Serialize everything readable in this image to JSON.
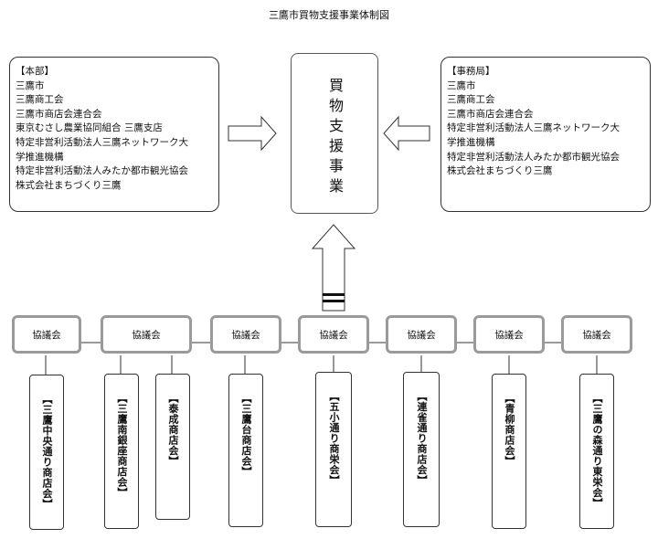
{
  "title": "三鷹市買物支援事業体制図",
  "center": {
    "label": "買物支援事業"
  },
  "honbu": {
    "heading": "【本部】",
    "lines": [
      "三鷹市",
      "三鷹商工会",
      "三鷹市商店会連合会",
      "東京むさし農業協同組合 三鷹支店",
      "特定非営利活動法人三鷹ネットワーク大",
      "学推進機構",
      "特定非営利活動法人みたか都市観光協会",
      "株式会社まちづくり三鷹"
    ]
  },
  "jimukyoku": {
    "heading": "【事務局】",
    "lines": [
      "三鷹市",
      "三鷹商工会",
      "三鷹市商店会連合会",
      "特定非営利活動法人三鷹ネットワーク大",
      "学推進機構",
      "特定非営利活動法人みたか都市観光協会",
      "株式会社まちづくり三鷹"
    ]
  },
  "councils": [
    "協議会",
    "協議会",
    "協議会",
    "協議会",
    "協議会",
    "協議会",
    "協議会"
  ],
  "associations": [
    "【三鷹中央通り商店会】",
    "【三鷹南銀座商店会】",
    "【泰成商店会】",
    "【三鷹台商店会】",
    "【五小通り商栄会】",
    "【連雀通り商店会】",
    "【青柳商店会】",
    "【三鷹の森通り東栄会】"
  ]
}
